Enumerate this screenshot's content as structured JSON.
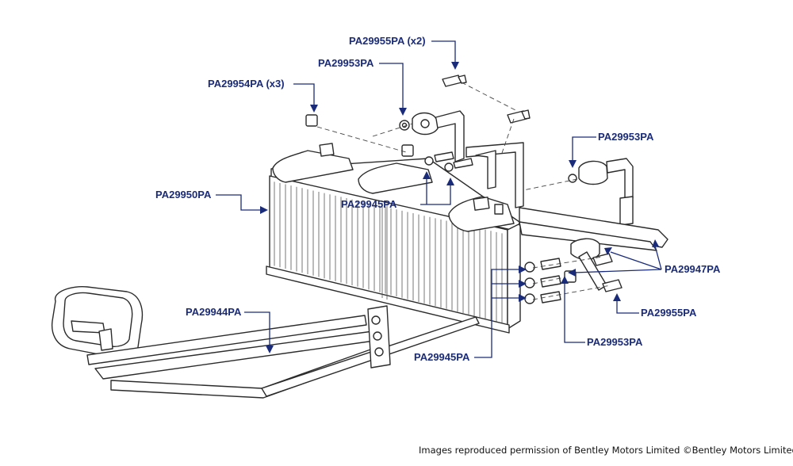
{
  "labels": {
    "pa29955pa_x2": "PA29955PA (x2)",
    "pa29953pa_top": "PA29953PA",
    "pa29954pa_x3": "PA29954PA (x3)",
    "pa29950pa": "PA29950PA",
    "pa29945pa_upper": "PA29945PA",
    "pa29953pa_right": "PA29953PA",
    "pa29947pa": "PA29947PA",
    "pa29955pa_right": "PA29955PA",
    "pa29953pa_lower": "PA29953PA",
    "pa29944pa": "PA29944PA",
    "pa29945pa_lower": "PA29945PA"
  },
  "credit": "Images reproduced permission of Bentley Motors Limited ©Bentley Motors Limited",
  "colors": {
    "label": "#1a2b7a",
    "line": "#2b2b2b",
    "background": "#ffffff"
  }
}
